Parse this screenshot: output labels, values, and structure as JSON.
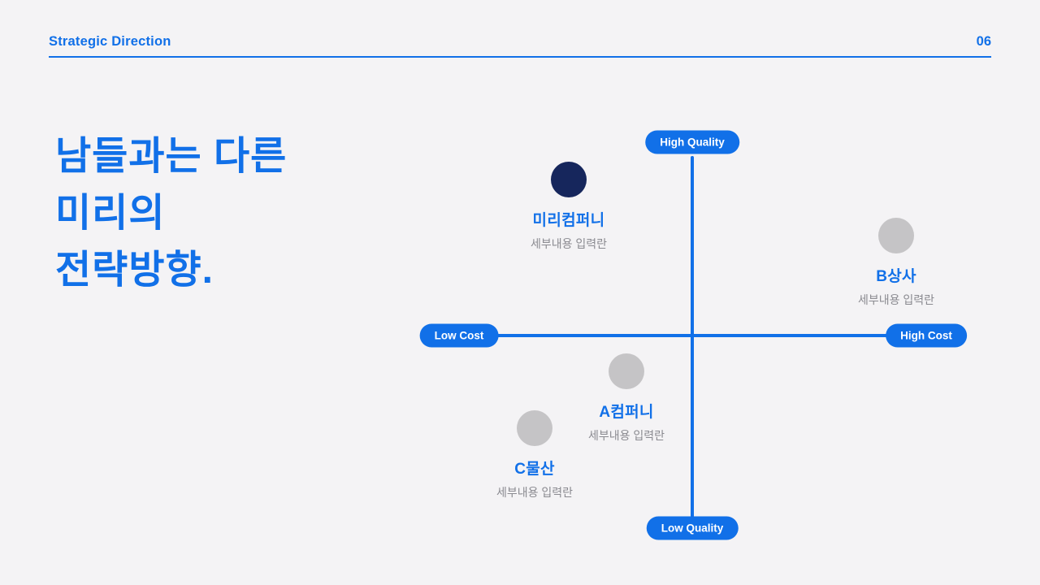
{
  "header": {
    "title": "Strategic Direction",
    "page_number": "06"
  },
  "headline": {
    "lines": [
      "남들과는 다른",
      "미리의",
      "전략방향."
    ]
  },
  "quadrant": {
    "labels": {
      "top": "High Quality",
      "bottom": "Low Quality",
      "left": "Low Cost",
      "right": "High Cost"
    },
    "points": [
      {
        "name": "미리컴퍼니",
        "sub": "세부내용 입력란",
        "dot_color": "#16265c",
        "cost": "low",
        "quality": "high",
        "highlighted": true
      },
      {
        "name": "B상사",
        "sub": "세부내용 입력란",
        "dot_color": "#c5c4c6",
        "cost": "high",
        "quality": "high",
        "highlighted": false
      },
      {
        "name": "A컴퍼니",
        "sub": "세부내용 입력란",
        "dot_color": "#c5c4c6",
        "cost": "low",
        "quality": "low",
        "highlighted": false
      },
      {
        "name": "C물산",
        "sub": "세부내용 입력란",
        "dot_color": "#c5c4c6",
        "cost": "low",
        "quality": "low",
        "highlighted": false
      }
    ]
  },
  "chart_data": {
    "type": "scatter",
    "title": "Strategic positioning quadrant",
    "x_axis": {
      "left_label": "Low Cost",
      "right_label": "High Cost"
    },
    "y_axis": {
      "top_label": "High Quality",
      "bottom_label": "Low Quality"
    },
    "points": [
      {
        "label": "미리컴퍼니",
        "x": -0.55,
        "y": 0.85,
        "color": "#16265c"
      },
      {
        "label": "B상사",
        "x": 0.9,
        "y": 0.55,
        "color": "#c5c4c6"
      },
      {
        "label": "A컴퍼니",
        "x": -0.3,
        "y": -0.2,
        "color": "#c5c4c6"
      },
      {
        "label": "C물산",
        "x": -0.7,
        "y": -0.5,
        "color": "#c5c4c6"
      }
    ]
  },
  "colors": {
    "accent_blue": "#1170e8",
    "navy": "#16265c",
    "gray_dot": "#c5c4c6",
    "background": "#f4f3f5",
    "sub_text": "#8a8a90"
  }
}
